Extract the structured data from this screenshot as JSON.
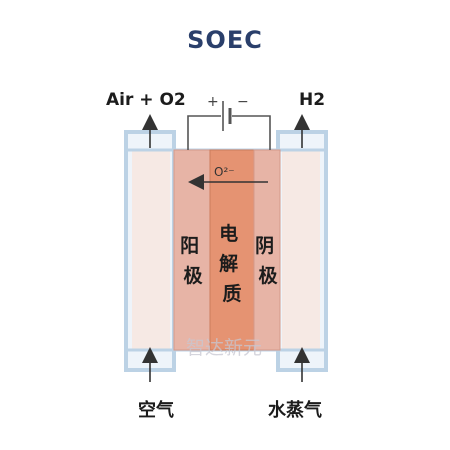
{
  "title": "SOEC",
  "labels": {
    "left_top": "Air + O2",
    "right_top": "H2",
    "left_bottom": "空气",
    "right_bottom": "水蒸气",
    "anode": "阳极",
    "electrolyte": "电解质",
    "cathode": "阴极",
    "ion": "O²⁻",
    "plus": "+",
    "minus": "−",
    "watermark": "智达新元"
  },
  "colors": {
    "title": "#2a3f6b",
    "electrode": "#e7b4a6",
    "electrolyte": "#e59372",
    "gas_channel": "#f6e9e4",
    "frame_blue": "#bcd2e5"
  }
}
